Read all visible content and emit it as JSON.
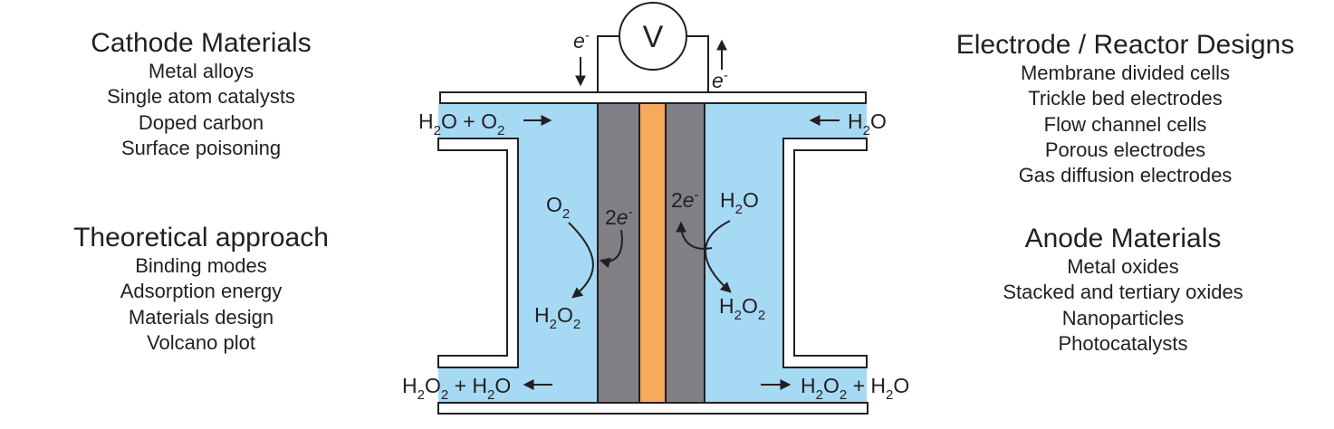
{
  "colors": {
    "electrolyte": "#a6d9f4",
    "electrode": "#818086",
    "membrane": "#f7a95c",
    "line": "#231f20"
  },
  "cathode_materials": {
    "title": "Cathode Materials",
    "items": [
      "Metal alloys",
      "Single atom catalysts",
      "Doped carbon",
      "Surface poisoning"
    ]
  },
  "theoretical_approach": {
    "title": "Theoretical approach",
    "items": [
      "Binding modes",
      "Adsorption energy",
      "Materials design",
      "Volcano plot"
    ]
  },
  "reactor_designs": {
    "title": "Electrode / Reactor Designs",
    "items": [
      "Membrane divided cells",
      "Trickle bed electrodes",
      "Flow channel cells",
      "Porous electrodes",
      "Gas diffusion electrodes"
    ]
  },
  "anode_materials": {
    "title": "Anode Materials",
    "items": [
      "Metal oxides",
      "Stacked and tertiary oxides",
      "Nanoparticles",
      "Photocatalysts"
    ]
  },
  "diagram": {
    "voltmeter": "V",
    "electron": "e",
    "electron_charge": "-",
    "two_electrons_num": "2",
    "h": "H",
    "o": "O",
    "sub2": "2",
    "plus": " + ",
    "voltmeter_icon": "voltmeter-circle-icon"
  }
}
